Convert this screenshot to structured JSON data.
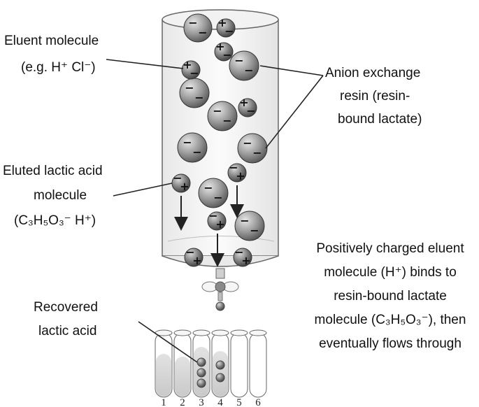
{
  "labels": {
    "eluent_1": "Eluent molecule",
    "eluent_2": "(e.g. H⁺ Cl⁻)",
    "anion_1": "Anion exchange",
    "anion_2": "resin (resin-",
    "anion_3": "bound lactate)",
    "eluted_1": "Eluted lactic acid",
    "eluted_2": "molecule",
    "eluted_3": "(C₃H₅O₃⁻ H⁺)",
    "pos_1": "Positively charged eluent",
    "pos_2": "molecule (H⁺) binds to",
    "pos_3": "resin-bound lactate",
    "pos_4": "molecule (C₃H₅O₃⁻), then",
    "pos_5": "eventually flows through",
    "recovered_1": "Recovered",
    "recovered_2": "lactic acid"
  },
  "tubes": [
    "1",
    "2",
    "3",
    "4",
    "5",
    "6"
  ],
  "signs": {
    "minus": "−",
    "plus": "+"
  }
}
